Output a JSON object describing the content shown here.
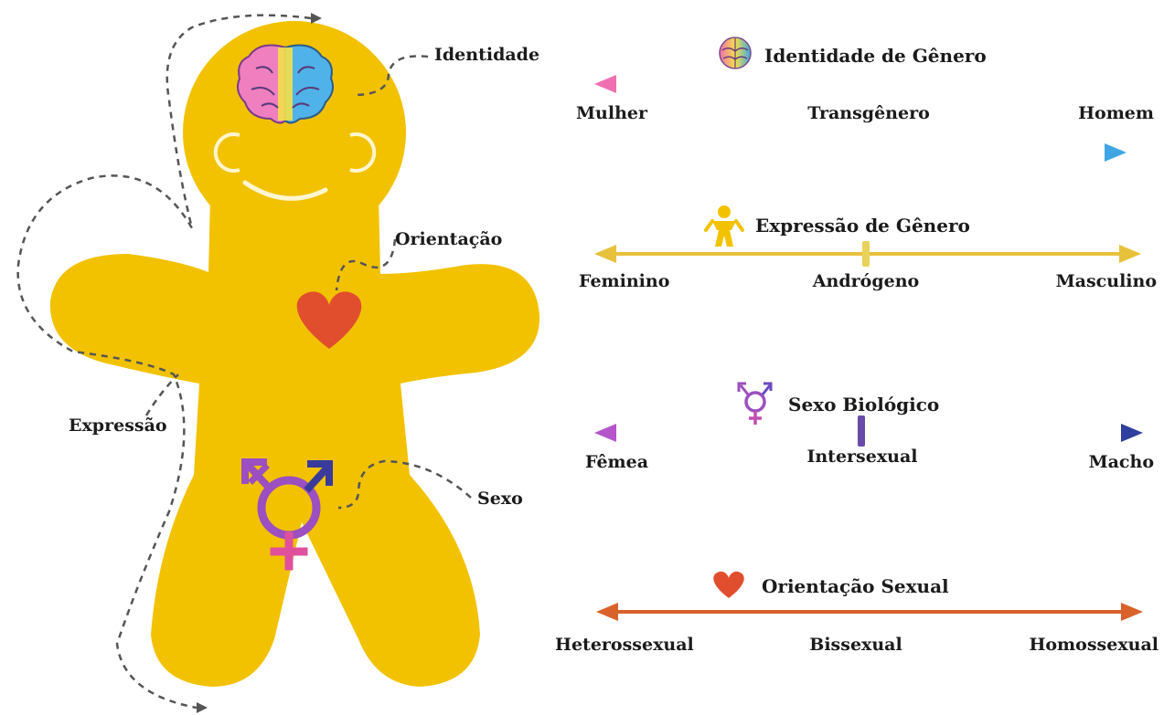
{
  "figure_labels": {
    "identity": "Identidade",
    "orientation": "Orientação",
    "expression": "Expressão",
    "sex": "Sexo"
  },
  "spectrums": [
    {
      "title": "Identidade de Gênero",
      "icon": "brain-icon",
      "left": "Mulher",
      "middle": "Transgênero",
      "right": "Homem",
      "colors": [
        "#ef6fb0",
        "#f3e04a",
        "#3fa6e3"
      ]
    },
    {
      "title": "Expressão de Gênero",
      "icon": "person-icon",
      "left": "Feminino",
      "middle": "Andrógeno",
      "right": "Masculino",
      "colors": [
        "#e8c13c"
      ]
    },
    {
      "title": "Sexo Biológico",
      "icon": "transgender-symbol-icon",
      "left": "Fêmea",
      "middle": "Intersexual",
      "right": "Macho",
      "colors": [
        "#b455c9",
        "#2f3f9e"
      ]
    },
    {
      "title": "Orientação Sexual",
      "icon": "heart-icon",
      "left": "Heterossexual",
      "middle": "Bissexual",
      "right": "Homossexual",
      "colors": [
        "#d9622b"
      ]
    }
  ],
  "colors": {
    "figure_body": "#f2c200",
    "heart": "#e14e2d",
    "sex_symbol": "#9b4fc0",
    "sex_symbol_pink": "#e0509d",
    "dashed_path": "#555555"
  }
}
